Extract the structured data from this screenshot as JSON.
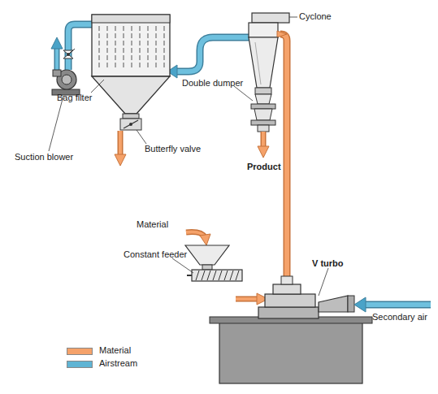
{
  "diagram": {
    "labels": [
      "Cyclone",
      "Bag filter",
      "Suction blower",
      "Butterfly valve",
      "Double dumper",
      "Product",
      "Material",
      "Constant feeder",
      "V turbo",
      "Secondary air"
    ],
    "legend": [
      {
        "text": "Material",
        "color": "#f5a26a"
      },
      {
        "text": "Airstream",
        "color": "#5fb4d4"
      }
    ]
  }
}
